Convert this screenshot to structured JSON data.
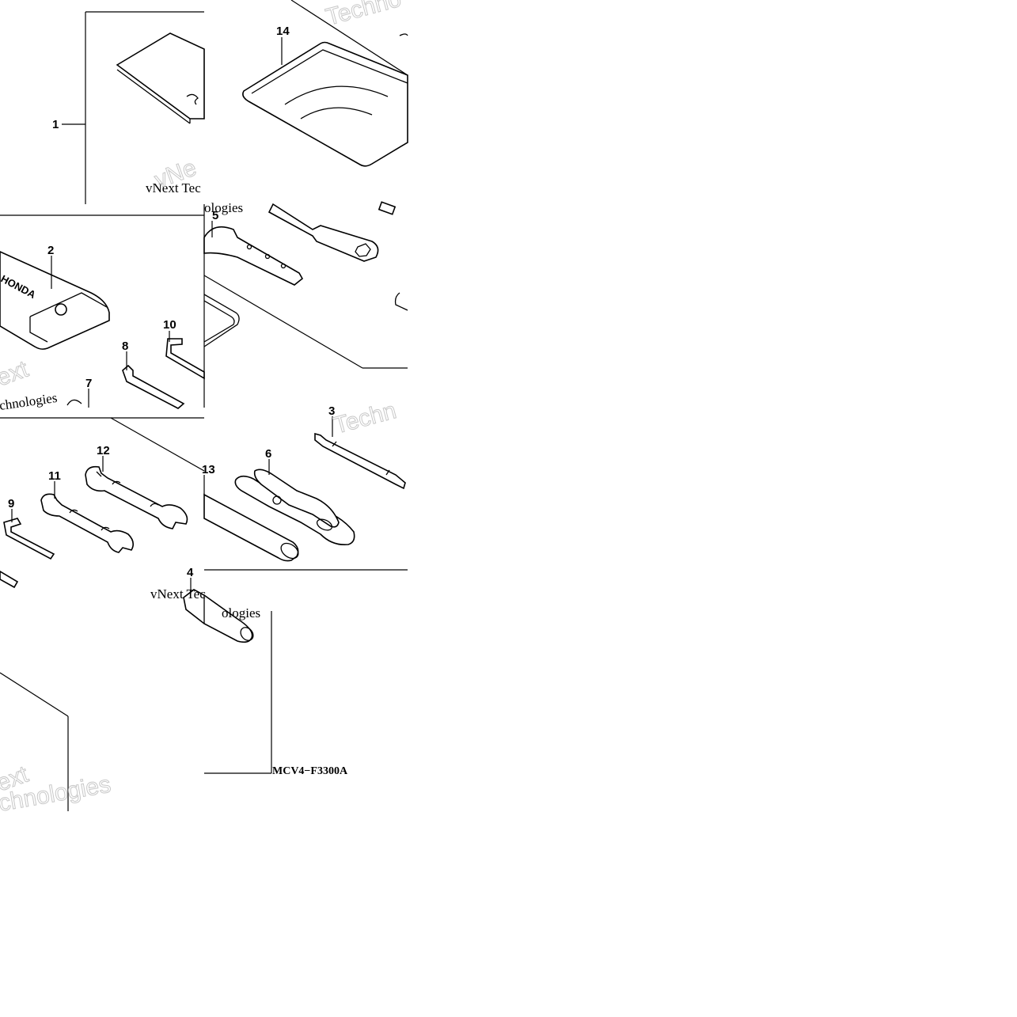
{
  "diagram": {
    "callouts": {
      "c1": "1",
      "c2": "2",
      "c3": "3",
      "c4": "4",
      "c5": "5",
      "c6": "6",
      "c7": "7",
      "c8": "8",
      "c9": "9",
      "c10": "10",
      "c11": "11",
      "c12": "12",
      "c13": "13",
      "c14": "14"
    },
    "drawing_code": "MCV4−F3300A",
    "watermarks": {
      "w1": "vNext Tec",
      "w2": "ologies",
      "w3": "vNext Tec",
      "w4": "ologies",
      "w5": "chnologies",
      "w6": "Techno",
      "w7": "Techn",
      "w8": "chnologies",
      "w9": "ext",
      "w10": "ext",
      "w11": "vNe"
    },
    "colors": {
      "line": "#000000",
      "background": "#ffffff",
      "watermark": "#c8c8c8"
    }
  }
}
